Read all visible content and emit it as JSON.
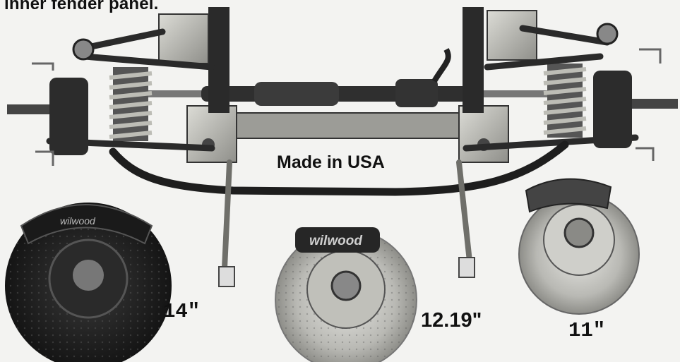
{
  "caption": "inner fender panel.",
  "made_in": "Made in USA",
  "rotors": [
    {
      "size": "14\"",
      "caliper_logo": "wilwood"
    },
    {
      "size": "12.19\"",
      "caliper_logo": "wilwood"
    },
    {
      "size": "11\""
    }
  ],
  "colors": {
    "background": "#f3f3f1",
    "metal_dark": "#2b2b2b",
    "metal_mid": "#8a8a86",
    "metal_light": "#c9c9c4"
  }
}
